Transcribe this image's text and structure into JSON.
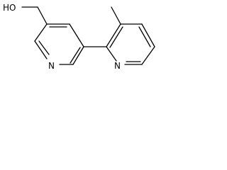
{
  "molecule": {
    "atoms": [
      {
        "id": "hydroxyl-oxygen",
        "label": "HO"
      },
      {
        "id": "pyridine-a-nitrogen",
        "label": "N"
      },
      {
        "id": "pyridine-b-nitrogen",
        "label": "N"
      }
    ],
    "colors": {
      "ink": "#000000",
      "background": "#ffffff"
    }
  }
}
